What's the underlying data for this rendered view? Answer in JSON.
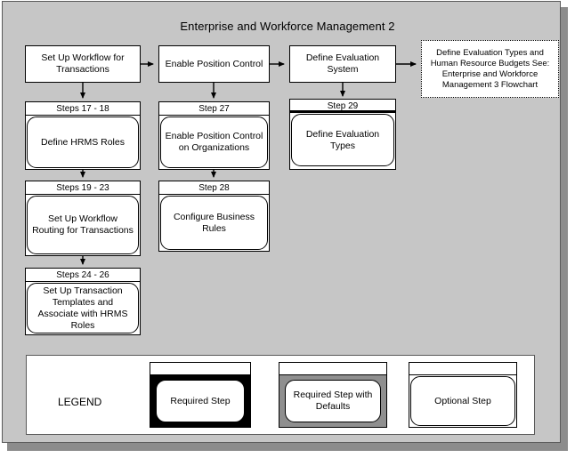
{
  "title": "Enterprise and Workforce Management 2",
  "top_row": [
    {
      "label": "Set Up Workflow for Transactions"
    },
    {
      "label": "Enable Position Control"
    },
    {
      "label": "Define Evaluation System"
    }
  ],
  "reference_box": {
    "label": "Define Evaluation Types and Human Resource Budgets See: Enterprise and Workforce Management 3 Flowchart",
    "style": "dotted"
  },
  "columns": [
    {
      "name": "workflow-column",
      "steps": [
        {
          "header": "Steps 17 - 18",
          "label": "Define HRMS Roles",
          "style": "optional",
          "separator": "thin"
        },
        {
          "header": "Steps 19 - 23",
          "label": "Set Up Workflow Routing for Transactions",
          "style": "optional",
          "separator": "thin"
        },
        {
          "header": "Steps 24 - 26",
          "label": "Set Up Transaction Templates and Associate with HRMS Roles",
          "style": "optional",
          "separator": "thin"
        }
      ]
    },
    {
      "name": "position-control-column",
      "steps": [
        {
          "header": "Step 27",
          "label": "Enable Position Control on Organizations",
          "style": "optional",
          "separator": "thin"
        },
        {
          "header": "Step 28",
          "label": "Configure Business Rules",
          "style": "optional",
          "separator": "thin"
        }
      ]
    },
    {
      "name": "evaluation-column",
      "steps": [
        {
          "header": "Step 29",
          "label": "Define Evaluation Types",
          "style": "optional",
          "separator": "thick"
        }
      ]
    }
  ],
  "legend": {
    "title": "LEGEND",
    "items": [
      {
        "label": "Required Step",
        "style": "required"
      },
      {
        "label": "Required Step with Defaults",
        "style": "defaults"
      },
      {
        "label": "Optional Step",
        "style": "optional"
      }
    ]
  },
  "colors": {
    "background": "#c6c6c6",
    "box_fill": "#ffffff",
    "outline": "#000000",
    "required_fill": "#000000",
    "defaults_fill": "#8f8f8f",
    "shadow": "#8c8c8c"
  }
}
